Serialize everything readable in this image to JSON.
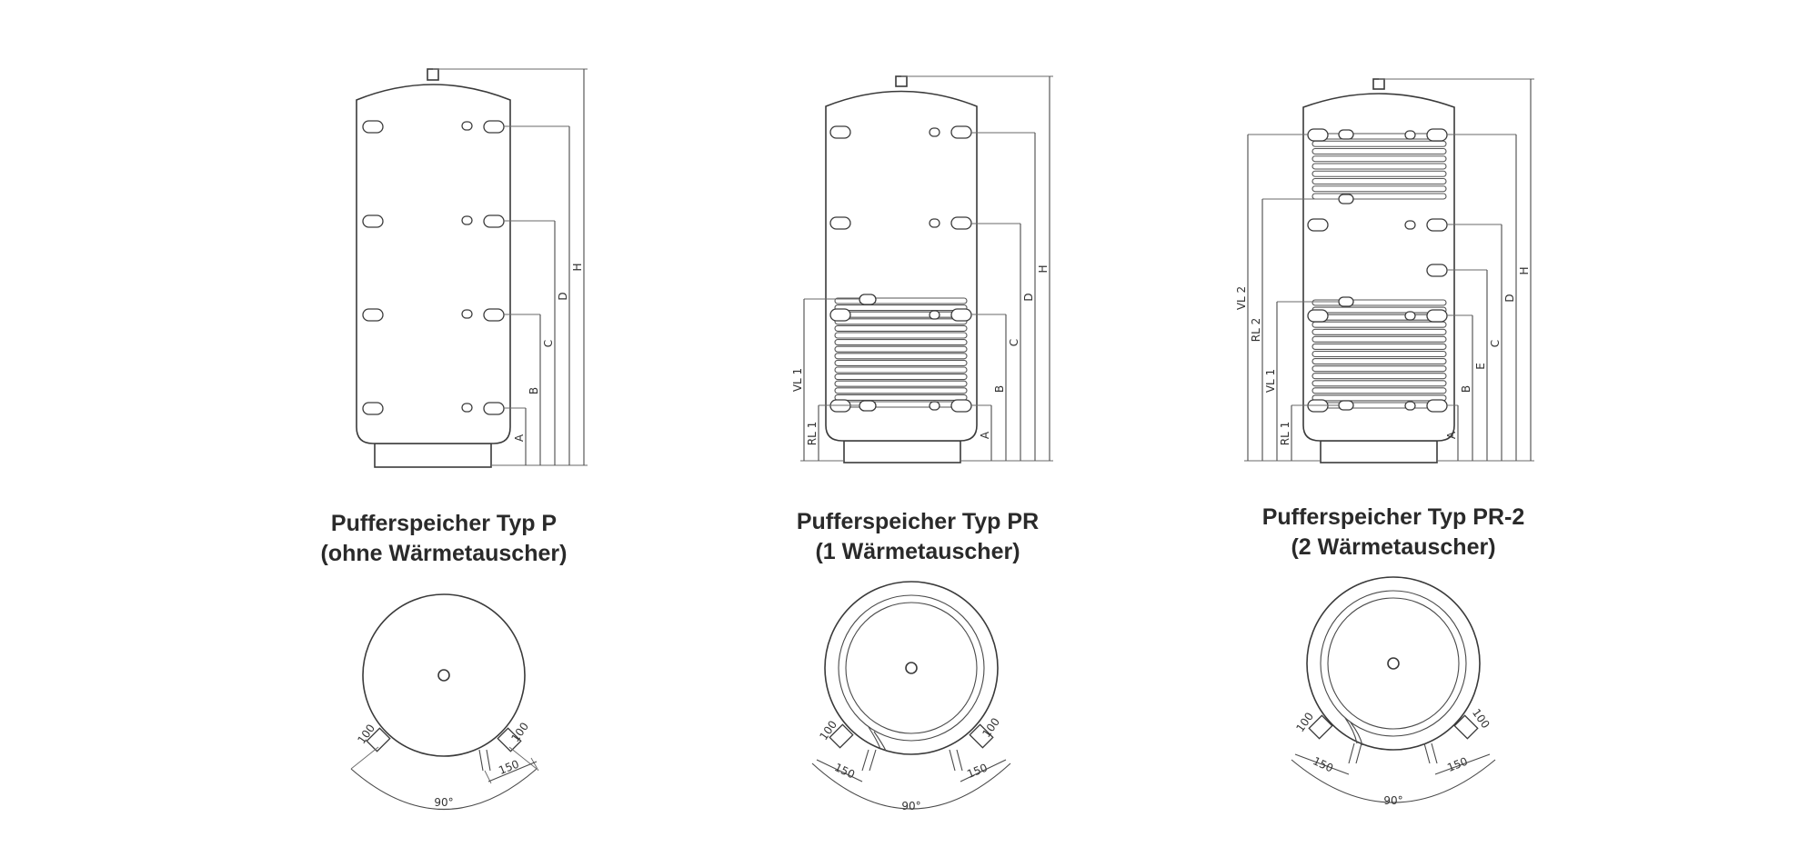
{
  "tanks": [
    {
      "id": "P",
      "title": "Pufferspeicher Typ P",
      "subtitle": "(ohne Wärmetauscher)",
      "dims": [
        "A",
        "B",
        "C",
        "D",
        "H"
      ],
      "left_dims": [],
      "top_view": {
        "left_nozzle": "100",
        "right_nozzle": "100",
        "offset": "150",
        "angle": "90°"
      }
    },
    {
      "id": "PR",
      "title": "Pufferspeicher Typ PR",
      "subtitle": "(1 Wärmetauscher)",
      "dims": [
        "A",
        "B",
        "C",
        "D",
        "H"
      ],
      "left_dims": [
        "RL 1",
        "VL 1"
      ],
      "top_view": {
        "left_nozzle": "100",
        "right_nozzle": "100",
        "left_offset": "150",
        "right_offset": "150",
        "angle": "90°"
      }
    },
    {
      "id": "PR-2",
      "title": "Pufferspeicher Typ PR-2",
      "subtitle": "(2 Wärmetauscher)",
      "dims": [
        "A",
        "B",
        "E",
        "C",
        "D",
        "H"
      ],
      "left_dims": [
        "RL 1",
        "VL 1",
        "RL 2",
        "VL 2"
      ],
      "top_view": {
        "left_nozzle": "100",
        "right_nozzle": "100",
        "left_offset": "150",
        "right_offset": "150",
        "angle": "90°"
      }
    }
  ]
}
